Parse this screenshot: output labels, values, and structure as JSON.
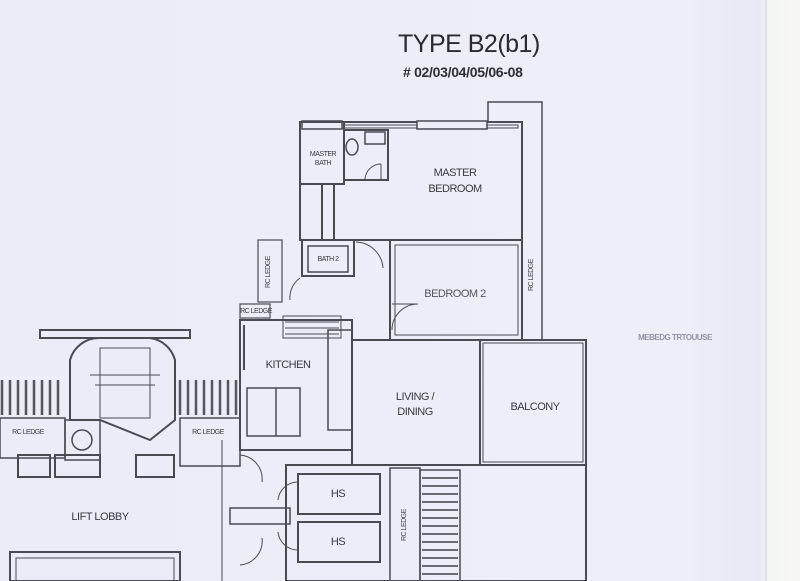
{
  "plan": {
    "title": "TYPE B2(b1)",
    "unit_numbers": "# 02/03/04/05/06-08"
  },
  "rooms": {
    "master_bath": "MASTER BATH",
    "master_bedroom_line1": "MASTER",
    "master_bedroom_line2": "BEDROOM",
    "bath2": "BATH 2",
    "bedroom2": "BEDROOM 2",
    "kitchen": "KITCHEN",
    "living_line1": "LIVING /",
    "living_line2": "DINING",
    "balcony": "BALCONY",
    "hs1": "HS",
    "hs2": "HS",
    "lift_lobby": "LIFT LOBBY"
  },
  "ledges": {
    "rc_ledge_bedroom": "RC LEDGE",
    "rc_ledge_kitchen_vertical": "RC LEDGE",
    "rc_ledge_kitchen_small": "RC LEDGE",
    "rc_ledge_lobby_left": "RC LEDGE",
    "rc_ledge_lobby_right": "RC LEDGE",
    "rc_ledge_hs": "RC LEDGE"
  },
  "annotations": {
    "side_note": "MEBEDG TRTOUUSE"
  },
  "colors": {
    "paper": "#eceef8",
    "line": "#4a4a52",
    "text": "#2a2a30"
  }
}
